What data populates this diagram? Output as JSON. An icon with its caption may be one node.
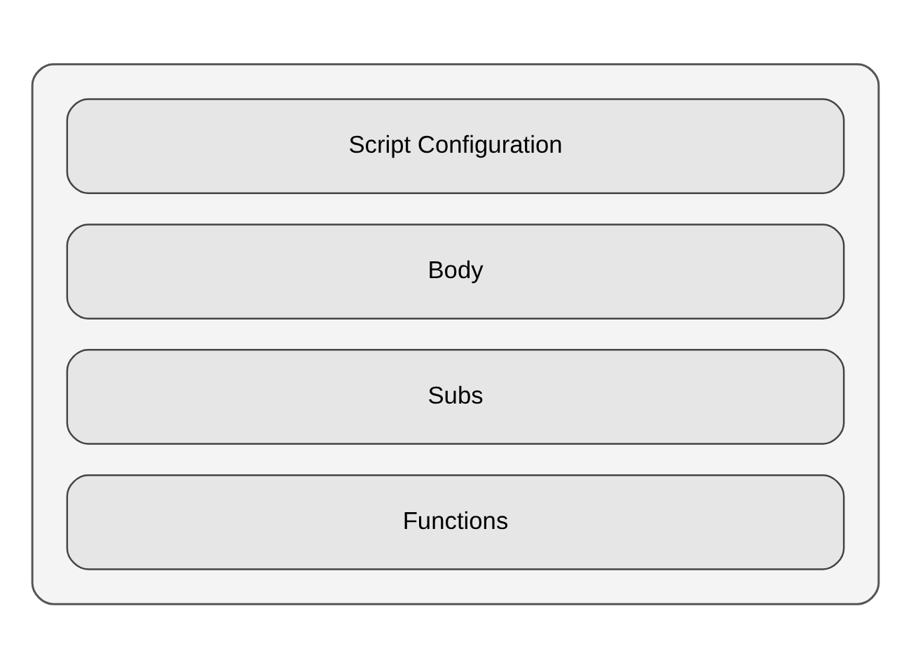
{
  "diagram": {
    "nodes": [
      {
        "text": [],
        "shape": "document"
      },
      {
        "text": [
          "Script Configuration"
        ],
        "in": 0
      },
      {
        "text": [
          "Body"
        ],
        "in": 0
      },
      {
        "text": [
          "Subs"
        ],
        "in": 0
      },
      {
        "text": [
          "Functions"
        ],
        "in": 0
      }
    ]
  }
}
